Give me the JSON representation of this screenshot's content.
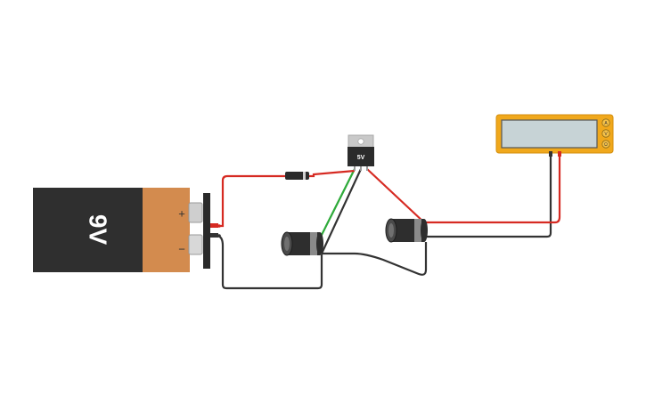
{
  "circuit": {
    "battery": {
      "voltage_label": "9V",
      "plus_label": "+",
      "minus_label": "−",
      "body_color": "#2f2f2f",
      "cap_color": "#d38b4e"
    },
    "regulator": {
      "label": "5V",
      "body_color": "#2b2b2b",
      "tab_color": "#c9c9c9"
    },
    "multimeter": {
      "mode_buttons": [
        "A",
        "V",
        "Ω"
      ],
      "display_value": "",
      "frame_color": "#f0a81c",
      "screen_color": "#c7d3d6"
    },
    "wire_colors": {
      "positive": "#d62a22",
      "ground": "#333333",
      "input": "#2eaa3a"
    },
    "components": {
      "diode": "diode",
      "capacitor_1": "electrolytic-capacitor",
      "capacitor_2": "electrolytic-capacitor"
    }
  }
}
